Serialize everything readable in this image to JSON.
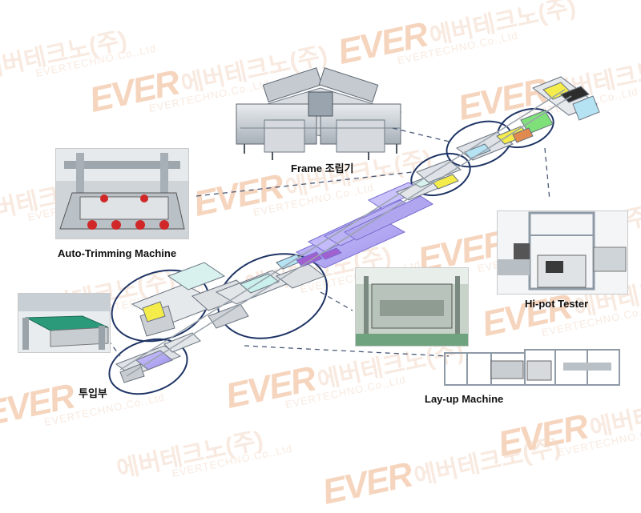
{
  "watermark": {
    "logo": "EVER",
    "korean": "에버테크노(주)",
    "english": "EVERTECHNO.Co.,Ltd"
  },
  "labels": {
    "frame": "Frame 조립기",
    "auto_trimming": "Auto-Trimming Machine",
    "hipot": "Hi-pot Tester",
    "input": "투입부",
    "layup": "Lay-up Machine"
  },
  "colors": {
    "ellipse": "#1f3566",
    "leader": "#4a5a78",
    "machine_frame": "#8e9aa6",
    "purple_module": "#b7aef0",
    "green_module": "#7fe07a",
    "yellow_module": "#f3ec4a",
    "conveyor_green": "#2a9a7a"
  }
}
